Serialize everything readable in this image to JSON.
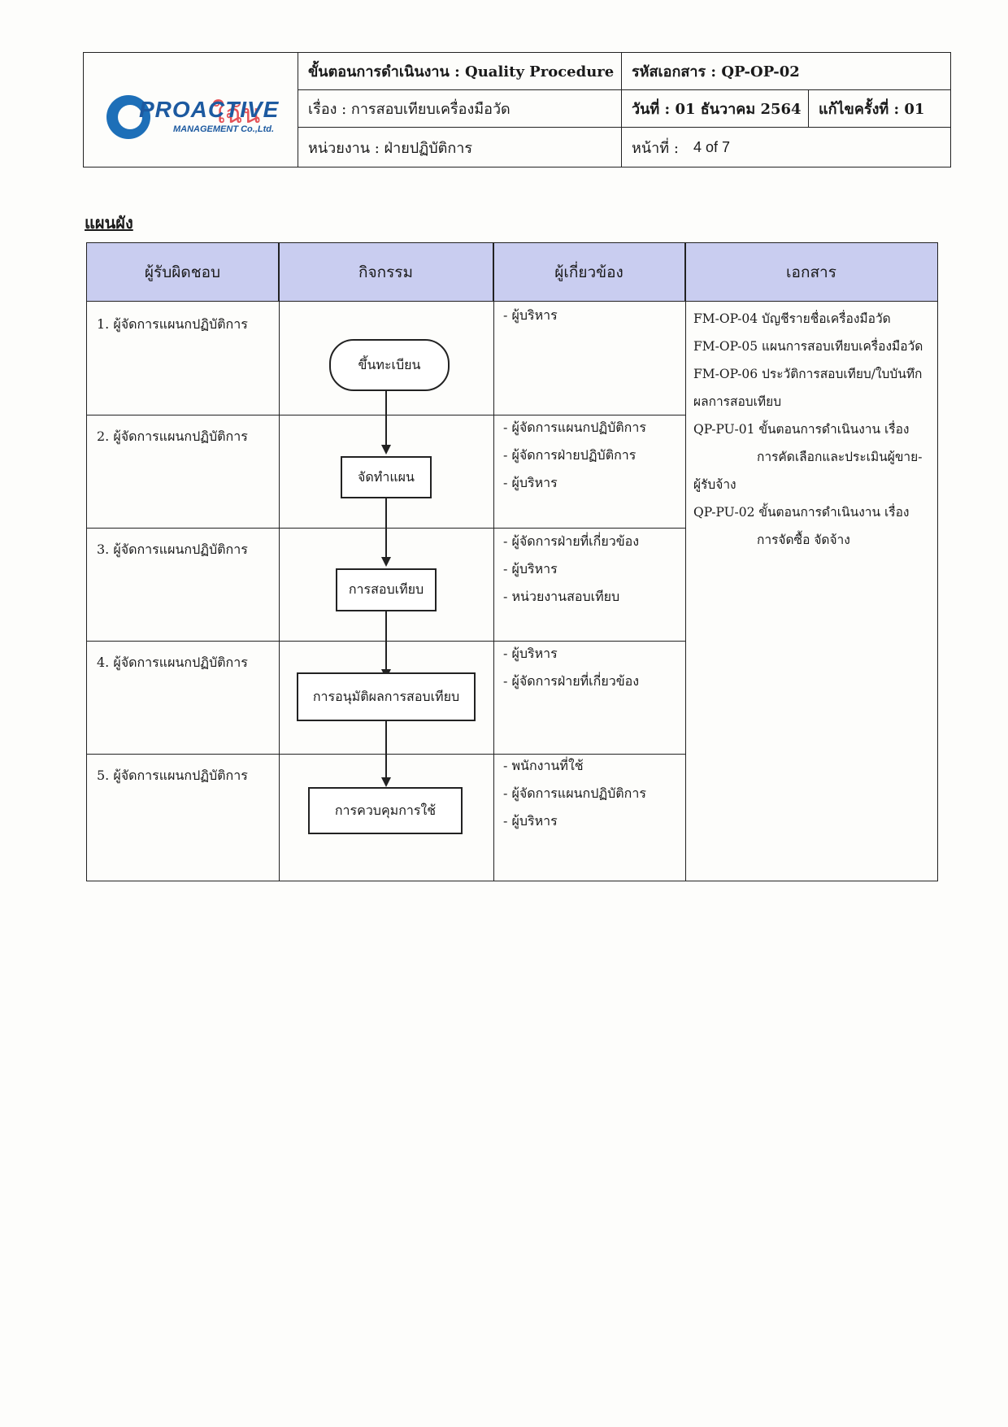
{
  "header": {
    "logo_text": "PROACTIVE",
    "logo_thai": "ใฉัน",
    "logo_sub": "MANAGEMENT Co.,Ltd.",
    "procedure_label": "ขั้นตอนการดำเนินงาน : Quality Procedure",
    "doc_code": "รหัสเอกสาร : QP-OP-02",
    "subject": "เรื่อง : การสอบเทียบเครื่องมือวัด",
    "date": "วันที่ : 01 ธันวาคม 2564",
    "revision": "แก้ไขครั้งที่ :  01",
    "department": "หน่วยงาน  :  ฝ่ายปฏิบัติการ",
    "page_label": "หน้าที่  :",
    "page_value": "4 of 7"
  },
  "section_title": "แผนผัง",
  "table": {
    "columns": [
      "ผู้รับผิดชอบ",
      "กิจกรรม",
      "ผู้เกี่ยวข้อง",
      "เอกสาร"
    ],
    "rows": [
      {
        "responsible": "1.  ผู้จัดการแผนกปฏิบัติการ",
        "activity": "ขึ้นทะเบียน",
        "related": [
          "- ผู้บริหาร"
        ]
      },
      {
        "responsible": "2.  ผู้จัดการแผนกปฏิบัติการ",
        "activity": "จัดทำแผน",
        "related": [
          "- ผู้จัดการแผนกปฏิบัติการ",
          "- ผู้จัดการฝ่ายปฏิบัติการ",
          "- ผู้บริหาร"
        ]
      },
      {
        "responsible": "3.  ผู้จัดการแผนกปฏิบัติการ",
        "activity": "การสอบเทียบ",
        "related": [
          "-  ผู้จัดการฝ่ายที่เกี่ยวข้อง",
          "-  ผู้บริหาร",
          "-  หน่วยงานสอบเทียบ"
        ]
      },
      {
        "responsible": "4.  ผู้จัดการแผนกปฏิบัติการ",
        "activity": "การอนุมัติผลการสอบเทียบ",
        "related": [
          "- ผู้บริหาร",
          "- ผู้จัดการฝ่ายที่เกี่ยวข้อง"
        ]
      },
      {
        "responsible": "5.  ผู้จัดการแผนกปฏิบัติการ",
        "activity": "การควบคุมการใช้",
        "related": [
          "-  พนักงานที่ใช้",
          "-  ผู้จัดการแผนกปฏิบัติการ",
          "-  ผู้บริหาร"
        ]
      }
    ],
    "documents": [
      "FM-OP-04  บัญชีรายชื่อเครื่องมือวัด",
      "FM-OP-05  แผนการสอบเทียบเครื่องมือวัด",
      "FM-OP-06  ประวัติการสอบเทียบ/ใบบันทึก",
      "ผลการสอบเทียบ",
      "QP-PU-01  ขั้นตอนการดำเนินงาน เรื่อง",
      "การคัดเลือกและประเมินผู้ขาย-",
      "ผู้รับจ้าง",
      "QP-PU-02  ขั้นตอนการดำเนินงาน เรื่อง",
      "การจัดซื้อ จัดจ้าง"
    ]
  }
}
